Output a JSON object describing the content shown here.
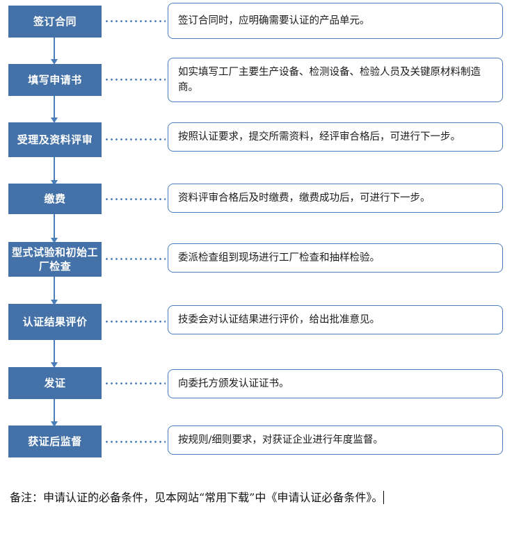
{
  "diagram": {
    "type": "flowchart",
    "title": "",
    "steps": [
      {
        "label": "签订合同",
        "note": "签订合同时，应明确需要认证的产品单元。"
      },
      {
        "label": "填写申请书",
        "note": "如实填写工厂主要生产设备、检测设备、检验人员及关键原材料制造商。"
      },
      {
        "label": "受理及资料评审",
        "note": "按照认证要求，提交所需资料，经评审合格后，可进行下一步。"
      },
      {
        "label": "缴费",
        "note": "资料评审合格后及时缴费，缴费成功后，可进行下一步。"
      },
      {
        "label": "型式试验和初始工厂检查",
        "note": "委派检查组到现场进行工厂检查和抽样检验。"
      },
      {
        "label": "认证结果评价",
        "note": "技委会对认证结果进行评价，给出批准意见。"
      },
      {
        "label": "发证",
        "note": "向委托方颁发认证证书。"
      },
      {
        "label": "获证后监督",
        "note": "按规则/细则要求，对获证企业进行年度监督。"
      }
    ],
    "footer": "备注：申请认证的必备条件，见本网站“常用下载”中《申请认证必备条件》。",
    "colors": {
      "step_fill": "#4472a8",
      "step_text": "#ffffff",
      "note_border": "#4a7ebb",
      "connector": "#4a7ebb",
      "footer_text": "#111111"
    }
  }
}
